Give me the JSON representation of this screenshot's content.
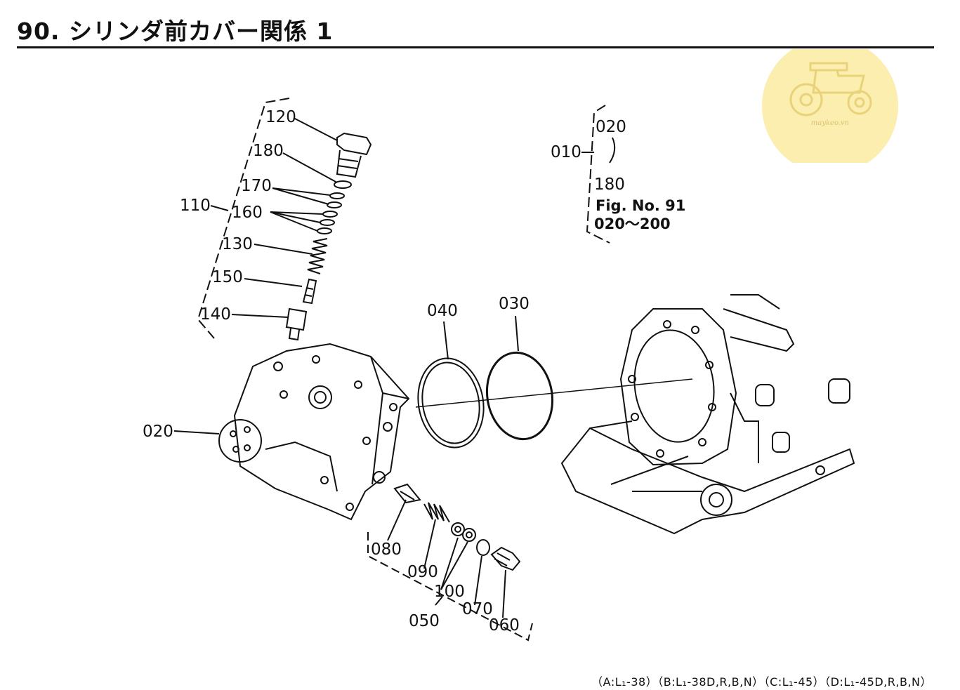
{
  "title": "90. シリンダ前カバー関係 1",
  "parts": {
    "p120": "120",
    "p180": "180",
    "p170": "170",
    "p110": "110",
    "p160": "160",
    "p130": "130",
    "p150": "150",
    "p140": "140",
    "p020": "020",
    "p040": "040",
    "p030": "030",
    "p080": "080",
    "p090": "090",
    "p100": "100",
    "p050": "050",
    "p070": "070",
    "p060": "060"
  },
  "assembly": {
    "parent": "010",
    "first": "020",
    "tilde": "~",
    "last": "180",
    "fig_ref": "Fig. No. 91",
    "fig_range": "020～200"
  },
  "watermark": {
    "text": "maykeo.vn",
    "color": "#fbeeae"
  },
  "footer": "（A:L₁-38）（B:L₁-38D,R,B,N）（C:L₁-45）（D:L₁-45D,R,B,N）"
}
